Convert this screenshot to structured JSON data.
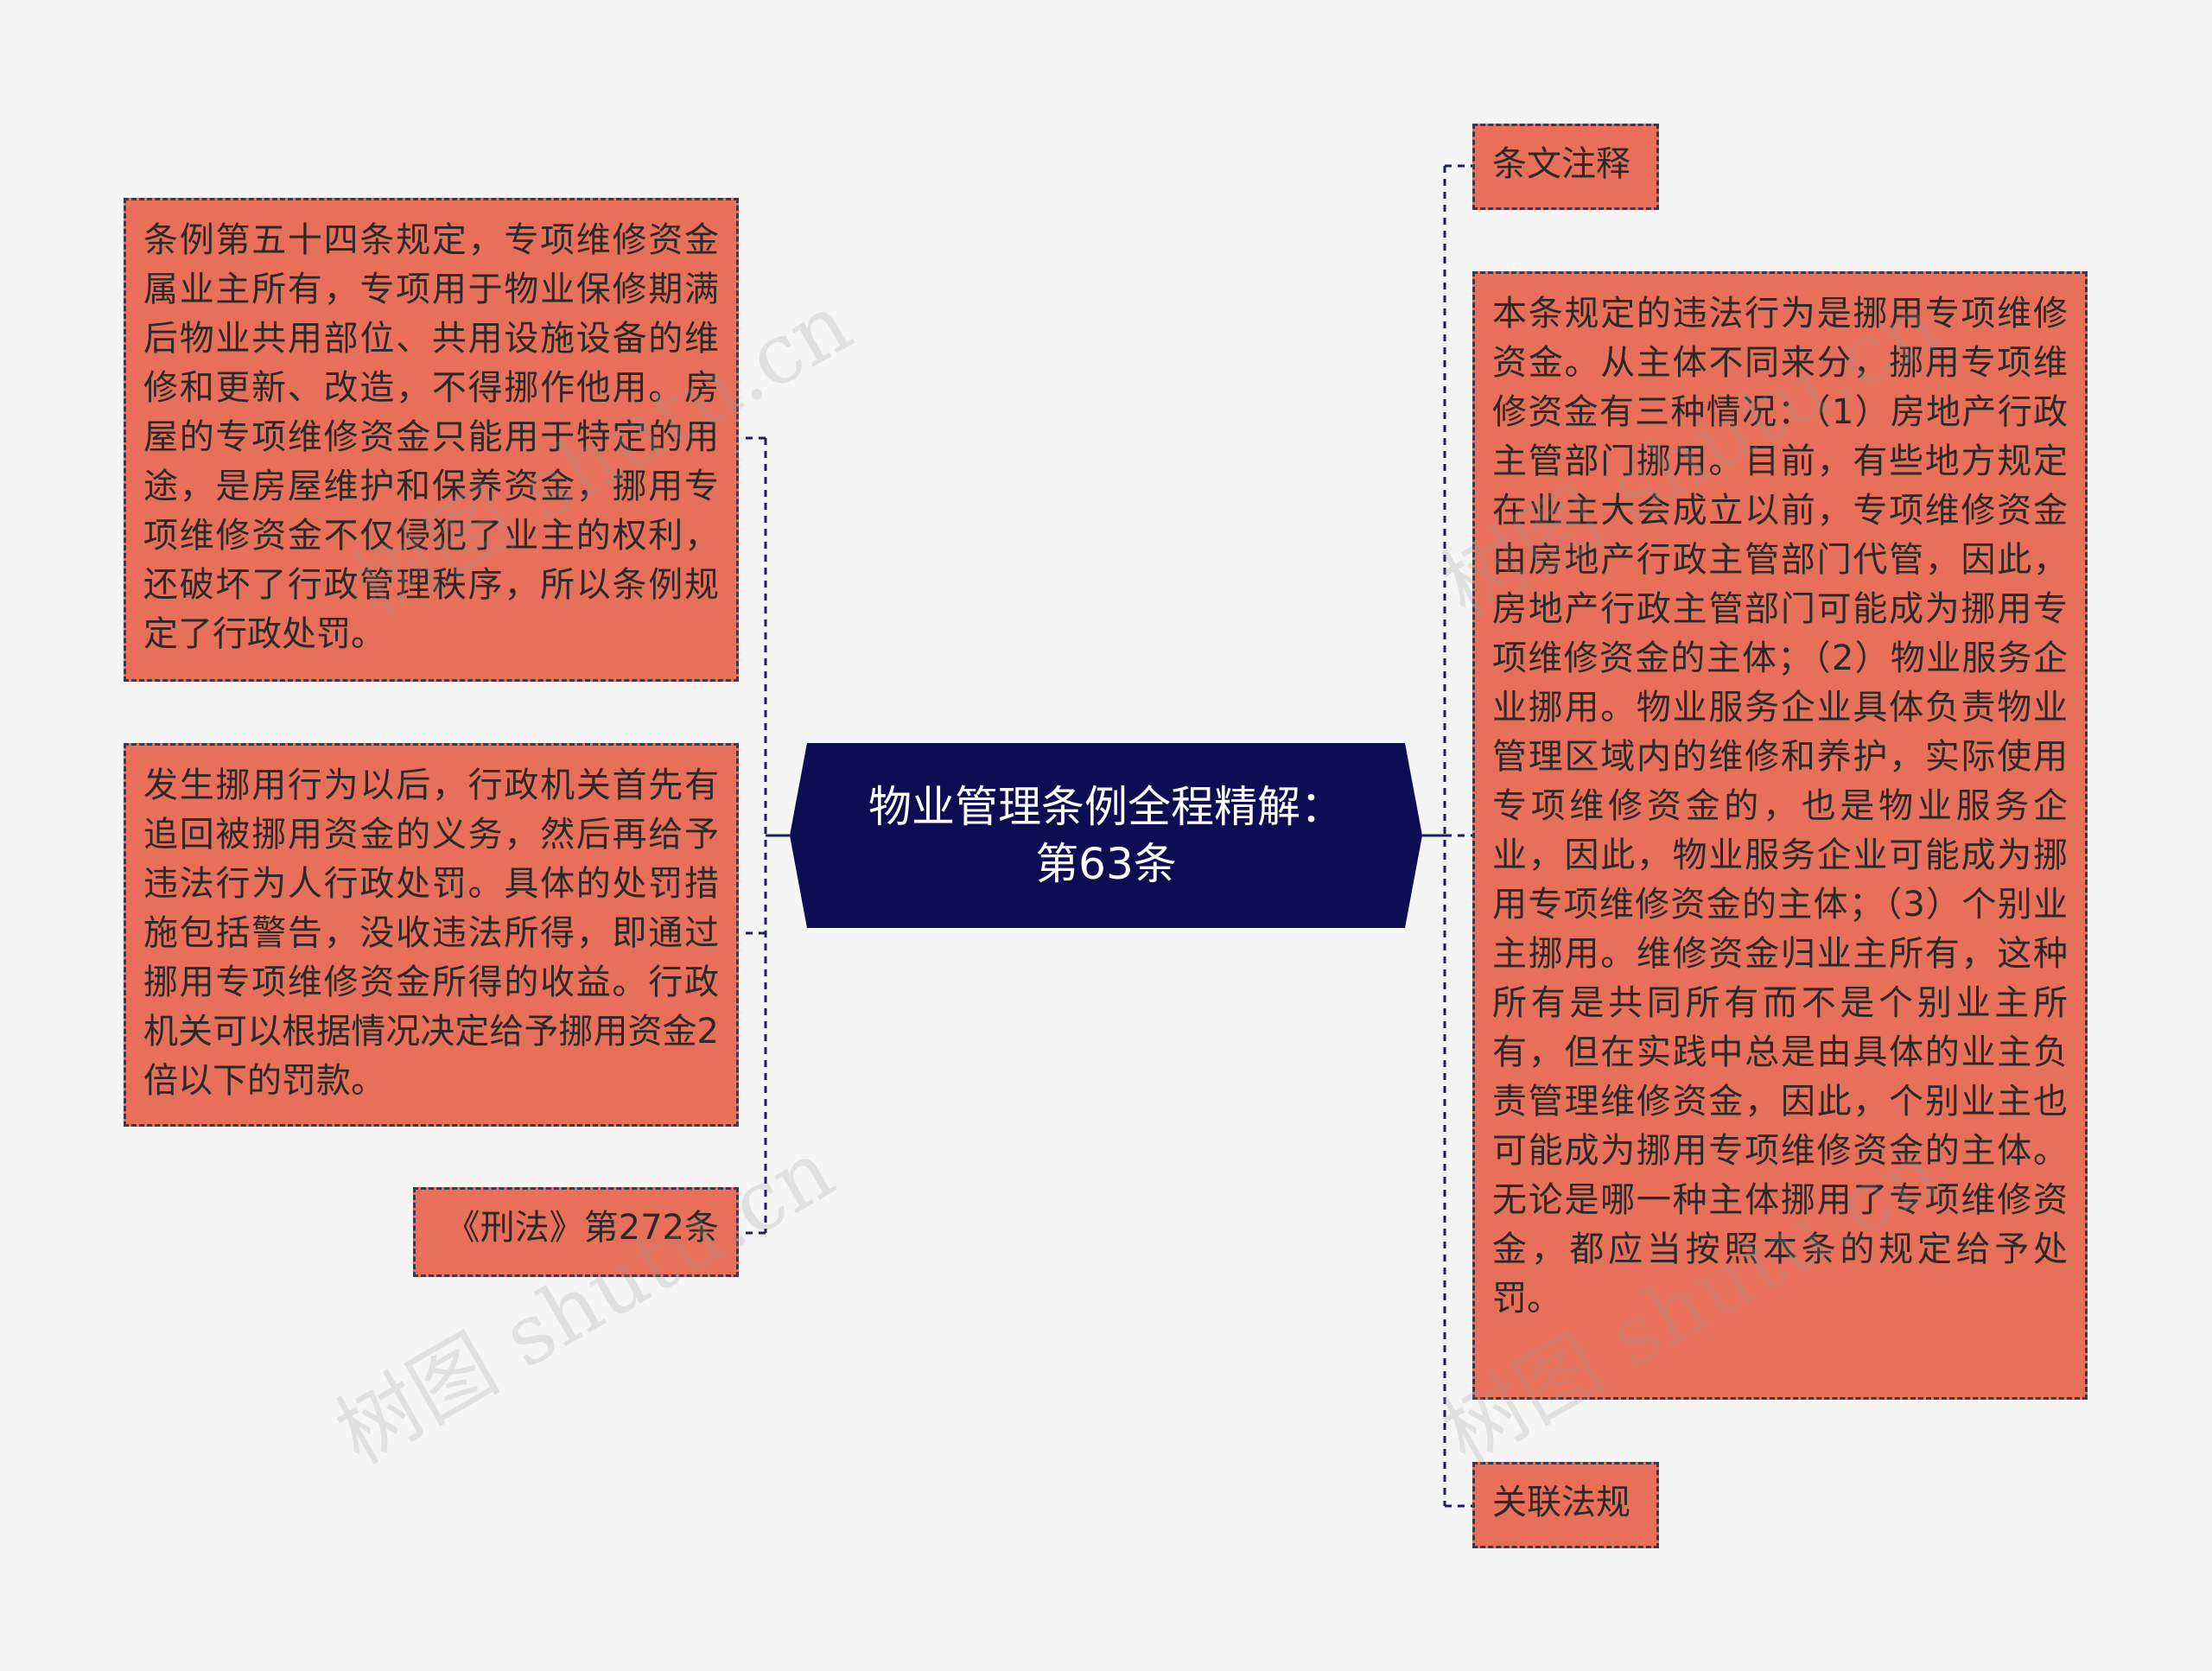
{
  "center": {
    "title_line1": "物业管理条例全程精解：",
    "title_line2": "第63条"
  },
  "left_nodes": [
    {
      "text": "条例第五十四条规定，专项维修资金属业主所有，专项用于物业保修期满后物业共用部位、共用设施设备的维修和更新、改造，不得挪作他用。房屋的专项维修资金只能用于特定的用途，是房屋维护和保养资金，挪用专项维修资金不仅侵犯了业主的权利，还破坏了行政管理秩序，所以条例规定了行政处罚。"
    },
    {
      "text": "发生挪用行为以后，行政机关首先有追回被挪用资金的义务，然后再给予违法行为人行政处罚。具体的处罚措施包括警告，没收违法所得，即通过挪用专项维修资金所得的收益。行政机关可以根据情况决定给予挪用资金2倍以下的罚款。"
    },
    {
      "text": "《刑法》第272条"
    }
  ],
  "right_nodes": [
    {
      "text": "条文注释"
    },
    {
      "text": "本条规定的违法行为是挪用专项维修资金。从主体不同来分，挪用专项维修资金有三种情况：（1）房地产行政主管部门挪用。目前，有些地方规定在业主大会成立以前，专项维修资金由房地产行政主管部门代管，因此，房地产行政主管部门可能成为挪用专项维修资金的主体；（2）物业服务企业挪用。物业服务企业具体负责物业管理区域内的维修和养护，实际使用专项维修资金的，也是物业服务企业，因此，物业服务企业可能成为挪用专项维修资金的主体；（3）个别业主挪用。维修资金归业主所有，这种所有是共同所有而不是个别业主所有，但在实践中总是由具体的业主负责管理维修资金，因此，个别业主也可能成为挪用专项维修资金的主体。无论是哪一种主体挪用了专项维修资金，都应当按照本条的规定给予处罚。"
    },
    {
      "text": "关联法规"
    }
  ],
  "watermarks": [
    "树图 shutu.cn",
    "树图 shutu.cn",
    "树图 shutu.cn",
    "树图 shutu.cn"
  ],
  "colors": {
    "background": "#f5f5f5",
    "center_fill": "#0b0e52",
    "node_fill": "#e8705a",
    "connector": "#1c1f5a"
  }
}
